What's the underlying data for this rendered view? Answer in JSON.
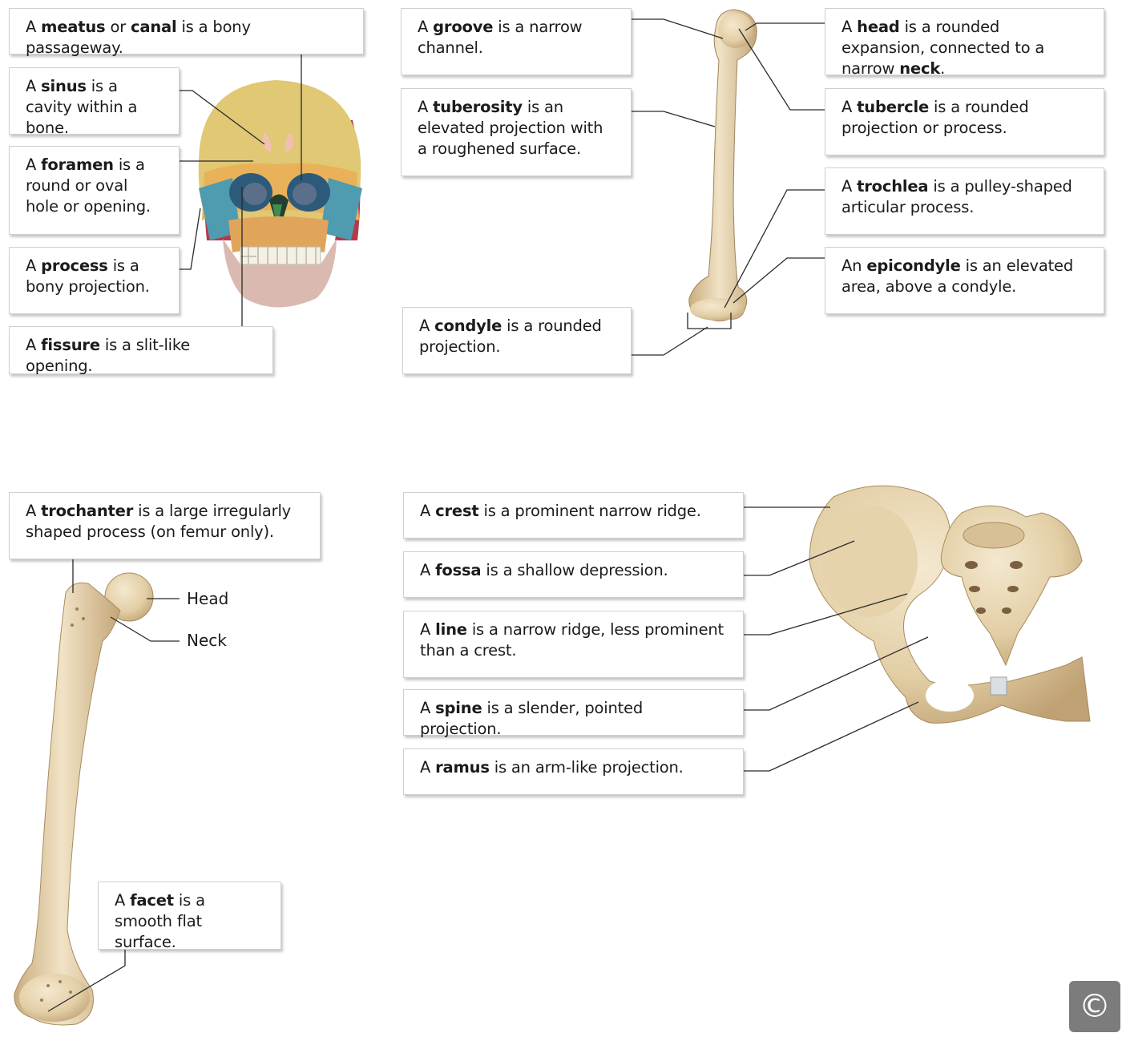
{
  "skull_terms": [
    {
      "a": "A ",
      "term": "meatus",
      "b": " or ",
      "term2": "canal",
      "c": " is a bony passageway."
    },
    {
      "a": "A ",
      "term": "sinus",
      "c": " is a cavity within a bone."
    },
    {
      "a": "A ",
      "term": "foramen",
      "c": " is a round or oval hole or opening."
    },
    {
      "a": "A ",
      "term": "process",
      "c": " is a bony projection."
    },
    {
      "a": "A ",
      "term": "fissure",
      "c": " is a slit-like opening."
    }
  ],
  "humerus_terms": [
    {
      "a": "A ",
      "term": "groove",
      "c": " is a narrow channel."
    },
    {
      "a": "A ",
      "term": "tuberosity",
      "c": " is an elevated projection with a roughened surface."
    },
    {
      "a": "A ",
      "term": "condyle",
      "c": " is a rounded projection."
    },
    {
      "a": "A ",
      "term": "head",
      "c": " is a rounded expansion, connected to a narrow ",
      "term2": "neck",
      "d": "."
    },
    {
      "a": "A ",
      "term": "tubercle",
      "c": " is a rounded projection or process."
    },
    {
      "a": "A ",
      "term": "trochlea",
      "c": " is a pulley-shaped articular process."
    },
    {
      "a": "An ",
      "term": "epicondyle",
      "c": " is an elevated area, above a condyle."
    }
  ],
  "femur_terms": [
    {
      "a": "A ",
      "term": "trochanter",
      "c": " is a large irregularly shaped process (on femur only)."
    },
    {
      "a": "A ",
      "term": "facet",
      "c": " is a smooth flat surface."
    }
  ],
  "femur_labels": {
    "head": "Head",
    "neck": "Neck"
  },
  "pelvis_terms": [
    {
      "a": "A ",
      "term": "crest",
      "c": " is a prominent narrow ridge."
    },
    {
      "a": "A ",
      "term": "fossa",
      "c": " is a shallow depression."
    },
    {
      "a": "A ",
      "term": "line",
      "c": " is a narrow ridge, less prominent than a crest."
    },
    {
      "a": "A ",
      "term": "spine",
      "c": " is a slender, pointed projection."
    },
    {
      "a": "A ",
      "term": "ramus",
      "c": " is an arm-like  projection."
    }
  ],
  "copyright_symbol": "©",
  "colors": {
    "bone": "#e8d6b2",
    "bone_shadow": "#c8ad80",
    "line": "#2a2a2a"
  }
}
